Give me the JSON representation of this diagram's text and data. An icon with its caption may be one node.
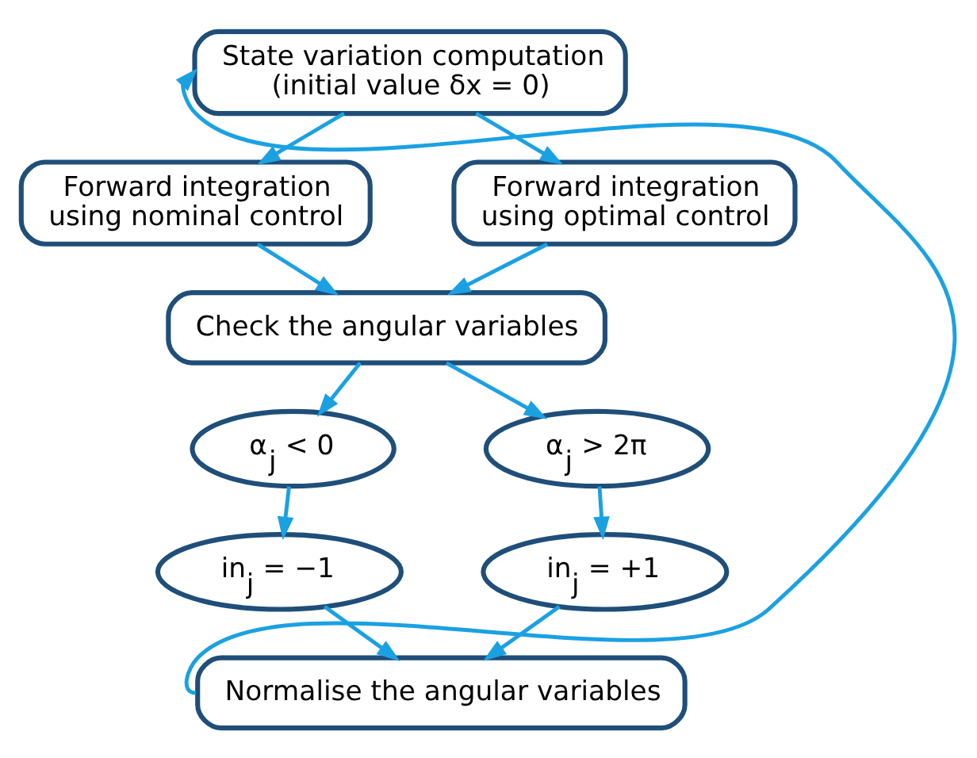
{
  "diagram": {
    "nodes": [
      {
        "text": [
          "State variation computation (initial value δx = 0)"
        ]
      },
      {
        "text": [
          "Forward integration using nominal control"
        ]
      },
      {
        "text": [
          "Forward integration using optimal control"
        ]
      },
      {
        "text": [
          "Check the angular variables"
        ]
      },
      {
        "text": [
          "α$_{j}$ < 0"
        ]
      },
      {
        "text": [
          "α$_{j}$ > 2π"
        ]
      },
      {
        "text": [
          "in$_{j}$ = −1"
        ]
      },
      {
        "text": [
          "in$_{j}$ = +1"
        ]
      },
      {
        "text": [
          "Normalise the angular variables"
        ]
      }
    ],
    "edges": [
      {
        "from": 0,
        "to": 1,
        "arrow": "to"
      },
      {
        "from": 0,
        "to": 2,
        "arrow": "to"
      },
      {
        "from": 1,
        "to": 3,
        "arrow": "to"
      },
      {
        "from": 2,
        "to": 3,
        "arrow": "to"
      },
      {
        "from": 3,
        "to": 4,
        "arrow": "to"
      },
      {
        "from": 3,
        "to": 5,
        "arrow": "to"
      },
      {
        "from": 4,
        "to": 6,
        "arrow": "to"
      },
      {
        "from": 5,
        "to": 7,
        "arrow": "to"
      },
      {
        "from": 6,
        "to": 8,
        "arrow": "to"
      },
      {
        "from": 7,
        "to": 8,
        "arrow": "to"
      },
      {
        "from": 8,
        "to": 0,
        "arrow": "to"
      }
    ]
  }
}
